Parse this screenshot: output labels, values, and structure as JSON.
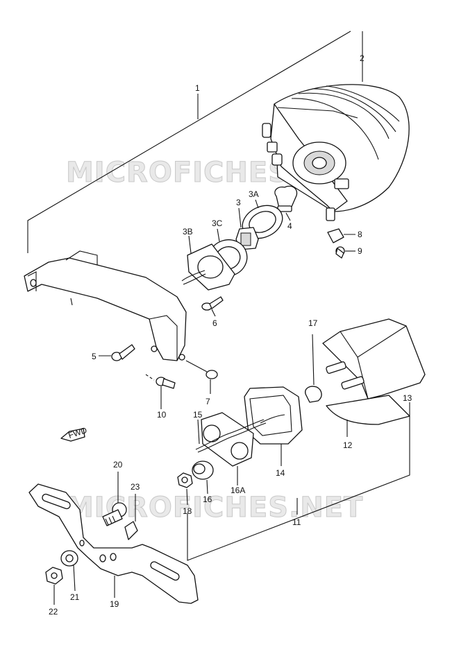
{
  "watermark": {
    "top": "MICROFICHES.NET",
    "bottom": "MICROFICHES.NET"
  },
  "fwd_label": "FWD",
  "labels": {
    "p1": "1",
    "p2": "2",
    "p3": "3",
    "p3a": "3A",
    "p3b": "3B",
    "p3c": "3C",
    "p4": "4",
    "p5": "5",
    "p6": "6",
    "p7": "7",
    "p8": "8",
    "p9": "9",
    "p10": "10",
    "p11": "11",
    "p12": "12",
    "p13": "13",
    "p14": "14",
    "p15": "15",
    "p16": "16",
    "p16a": "16A",
    "p17": "17",
    "p18": "18",
    "p19": "19",
    "p20": "20",
    "p21": "21",
    "p22": "22",
    "p23": "23"
  }
}
